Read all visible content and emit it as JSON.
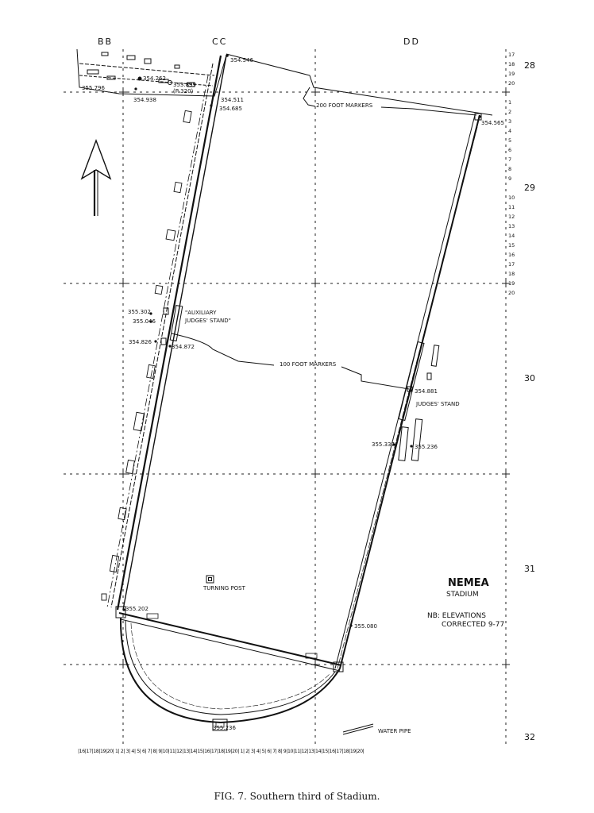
{
  "column_labels": [
    "BB",
    "CC",
    "DD"
  ],
  "row_labels": [
    "28",
    "29",
    "30",
    "31",
    "32"
  ],
  "right_ticks": [
    "17",
    "18",
    "19",
    "20",
    "1",
    "2",
    "3",
    "4",
    "5",
    "6",
    "7",
    "8",
    "9",
    "10",
    "11",
    "12",
    "13",
    "14",
    "15",
    "16",
    "17",
    "18",
    "19",
    "20"
  ],
  "bottom_ticks": "|16|17|18|19|20| 1| 2| 3| 4| 5| 6| 7| 8| 9|10|11|12|13|14|15|16|17|18|19|20| 1| 2| 3| 4| 5| 6| 7| 8| 9|10|11|12|13|14|15|16|17|18|19|20|",
  "annotations": {
    "marker_200": "200 FOOT MARKERS",
    "marker_100": "100 FOOT MARKERS",
    "aux_stand_1": "\"AUXILIARY",
    "aux_stand_2": "JUDGES' STAND\"",
    "judges_stand": "JUDGES' STAND",
    "turning_post": "TURNING POST",
    "water_pipe": "WATER PIPE"
  },
  "elevations": {
    "e1": "354.546",
    "e2": "354.262",
    "e3": "353.899",
    "e3b": "(P 320)",
    "e4": "355.796",
    "e5": "354.938",
    "e6": "354.511",
    "e7": "354.685",
    "e8": "354.565",
    "e9": "355.302",
    "e10": "355.046",
    "e11": "354.826",
    "e12": "354.872",
    "e13": "354.881",
    "e14": "355.337",
    "e15": "355.236",
    "e16": "355.202",
    "e17": "355.080",
    "e18": "355.236"
  },
  "title": {
    "name": "NEMEA",
    "sub": "STADIUM",
    "note1": "NB: ELEVATIONS",
    "note2": "CORRECTED 9-77"
  },
  "caption": "FIG. 7.  Southern third of Stadium."
}
